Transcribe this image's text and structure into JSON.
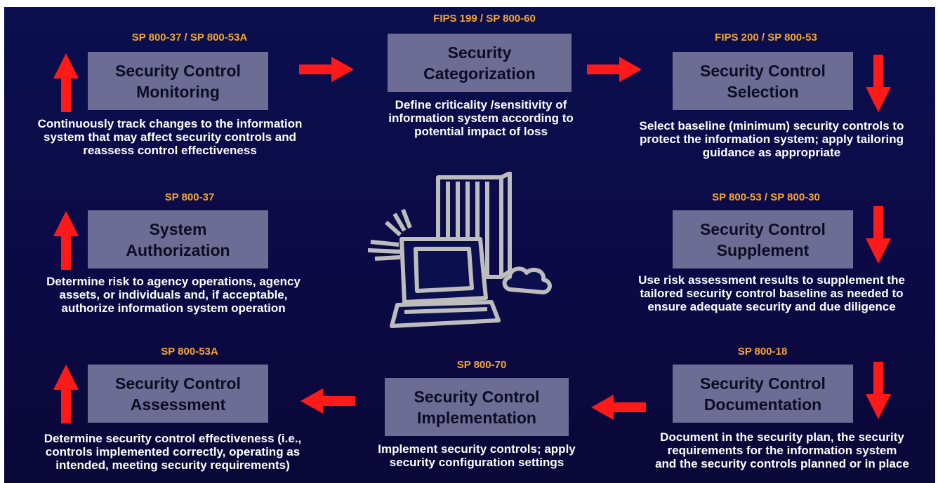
{
  "steps": {
    "categorize": {
      "ref": "FIPS 199 / SP 800-60",
      "title": [
        "Security",
        "Categorization"
      ],
      "desc": [
        "Define criticality /sensitivity of",
        "information system according to",
        "potential impact of loss"
      ]
    },
    "select": {
      "ref": "FIPS 200 / SP 800-53",
      "title": [
        "Security Control",
        "Selection"
      ],
      "desc": [
        "Select baseline (minimum) security controls to",
        "protect the information system; apply tailoring",
        "guidance as appropriate"
      ]
    },
    "supplement": {
      "ref": "SP 800-53 / SP 800-30",
      "title": [
        "Security Control",
        "Supplement"
      ],
      "desc": [
        "Use risk assessment results to supplement the",
        "tailored security control baseline as needed to",
        "ensure adequate security and due diligence"
      ]
    },
    "document": {
      "ref": "SP 800-18",
      "title": [
        "Security Control",
        "Documentation"
      ],
      "desc": [
        "Document in the security plan, the security",
        "requirements for the information system",
        "and the security controls planned or in place"
      ]
    },
    "implement": {
      "ref": "SP 800-70",
      "title": [
        "Security Control",
        "Implementation"
      ],
      "desc": [
        "Implement security controls; apply",
        "security configuration settings"
      ]
    },
    "assess": {
      "ref": "SP 800-53A",
      "title": [
        "Security Control",
        "Assessment"
      ],
      "desc": [
        "Determine security control effectiveness (i.e.,",
        "controls implemented correctly, operating as",
        "intended, meeting security requirements)"
      ]
    },
    "authorize": {
      "ref": "SP 800-37",
      "title": [
        "System",
        "Authorization"
      ],
      "desc": [
        "Determine risk to agency operations, agency",
        "assets, or individuals and, if acceptable,",
        "authorize information system operation"
      ]
    },
    "monitor": {
      "ref": "SP 800-37 / SP 800-53A",
      "title": [
        "Security Control",
        "Monitoring"
      ],
      "desc": [
        "Continuously track changes to the information",
        "system that may affect security controls and",
        "reassess control effectiveness"
      ]
    }
  },
  "colors": {
    "background": "#0b0f4e",
    "box": "#6c6c95",
    "ref_text": "#f5a531",
    "arrow": "#ff1a1a"
  },
  "center_illustration": "computer-workstation-icon"
}
